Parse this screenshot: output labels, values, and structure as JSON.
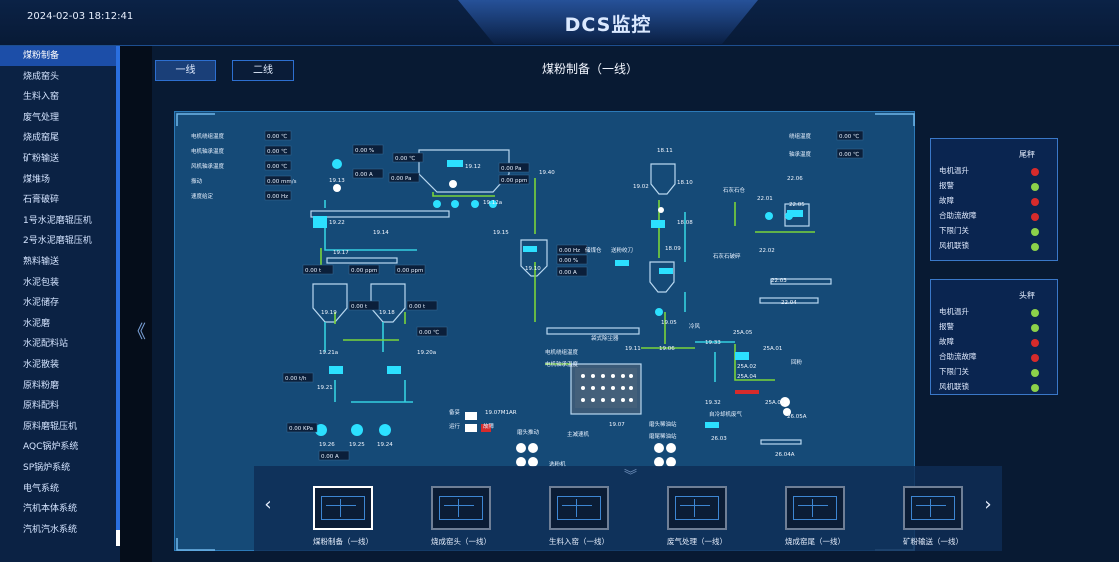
{
  "header": {
    "datetime": "2024-02-03 18:12:41",
    "title": "DCS监控"
  },
  "sidebar": {
    "items": [
      "煤粉制备",
      "烧成窑头",
      "生料入窑",
      "废气处理",
      "烧成窑尾",
      "矿粉输送",
      "煤堆场",
      "石膏破碎",
      "1号水泥磨辊压机",
      "2号水泥磨辊压机",
      "熟料输送",
      "水泥包装",
      "水泥储存",
      "水泥磨",
      "水泥配料站",
      "水泥散装",
      "原料粉磨",
      "原料配料",
      "原料磨辊压机",
      "AQC锅炉系统",
      "SP锅炉系统",
      "电气系统",
      "汽机本体系统",
      "汽机汽水系统"
    ],
    "active_index": 0
  },
  "tabs": [
    "一线",
    "二线"
  ],
  "page_title": "煤粉制备（一线）",
  "collapse_glyph": "《",
  "diagram": {
    "top_left_labels": [
      {
        "label": "电机绕组温度",
        "value": "0.00 ℃"
      },
      {
        "label": "电机轴承温度",
        "value": "0.00 ℃"
      },
      {
        "label": "风机轴承温度",
        "value": "0.00 ℃"
      },
      {
        "label": "振动",
        "value": "0.00 mm/s"
      },
      {
        "label": "速度给定",
        "value": "0.00 Hz"
      }
    ],
    "top_right_labels": [
      {
        "label": "绕组温度",
        "value": "0.00 ℃"
      },
      {
        "label": "轴承温度",
        "value": "0.00 ℃"
      }
    ],
    "equipment_ids": [
      "19.13",
      "19.12",
      "19.12a",
      "19.14",
      "19.15",
      "19.22",
      "19.17",
      "19.19",
      "19.18",
      "19.21a",
      "19.20a",
      "19.21",
      "19.26",
      "19.25",
      "19.24",
      "19.10",
      "19.40",
      "18.11",
      "18.10",
      "19.02",
      "18.08",
      "18.09",
      "19.05",
      "19.11",
      "19.06",
      "19.32",
      "19.33",
      "25A.05",
      "25A.01",
      "25A.02",
      "25A.04",
      "25A.03",
      "26.05A",
      "26.03",
      "26.04A",
      "22.06",
      "22.05",
      "22.01",
      "22.02",
      "22.03",
      "22.04",
      "19.07",
      "19.07M1AR"
    ],
    "readings": [
      "0.00 %",
      "0.00 A",
      "0.00 ℃",
      "0.00 Pa",
      "0.00 Pa",
      "0.00 ppm",
      "0.00 t",
      "0.00 ppm",
      "0.00 ppm",
      "0.00 t",
      "0.00 t",
      "0.00 ℃",
      "0.00 t/h",
      "0.00 KPa",
      "0.00 A",
      "0.00 Hz",
      "0.00 %",
      "0.00 A"
    ],
    "text_labels": [
      "石灰石仓",
      "石灰石破碎",
      "冷风",
      "袋式除尘器",
      "电机绕组温度",
      "电机轴承温度",
      "储煤仓",
      "送粉绞刀",
      "回粉",
      "备妥",
      "运行",
      "故障",
      "磨头推动",
      "主减速机",
      "磨头稀油站",
      "磨尾稀油站",
      "自冷却机废气",
      "选粉机"
    ]
  },
  "panels": [
    {
      "title": "尾秤",
      "rows": [
        {
          "label": "电机温升",
          "status": "red"
        },
        {
          "label": "报警",
          "status": "green"
        },
        {
          "label": "故障",
          "status": "red"
        },
        {
          "label": "合助流故障",
          "status": "red"
        },
        {
          "label": "下限门关",
          "status": "green"
        },
        {
          "label": "风机联锁",
          "status": "green"
        }
      ]
    },
    {
      "title": "头秤",
      "rows": [
        {
          "label": "电机温升",
          "status": "green"
        },
        {
          "label": "报警",
          "status": "green"
        },
        {
          "label": "故障",
          "status": "red"
        },
        {
          "label": "合助流故障",
          "status": "red"
        },
        {
          "label": "下限门关",
          "status": "green"
        },
        {
          "label": "风机联锁",
          "status": "green"
        }
      ]
    }
  ],
  "carousel": {
    "items": [
      "煤粉制备（一线）",
      "烧成窑头（一线）",
      "生料入窑（一线）",
      "废气处理（一线）",
      "烧成窑尾（一线）",
      "矿粉输送（一线）"
    ],
    "active_index": 0,
    "prev_glyph": "‹",
    "next_glyph": "›",
    "expand_glyph": "︾"
  },
  "colors": {
    "accent": "#2a6fe0",
    "diagram_bg": "#154a77",
    "pipe_green": "#7bd43a",
    "pipe_cyan": "#35d0e0",
    "alarm_red": "#d62b2b",
    "ok_green": "#8cd14a"
  }
}
